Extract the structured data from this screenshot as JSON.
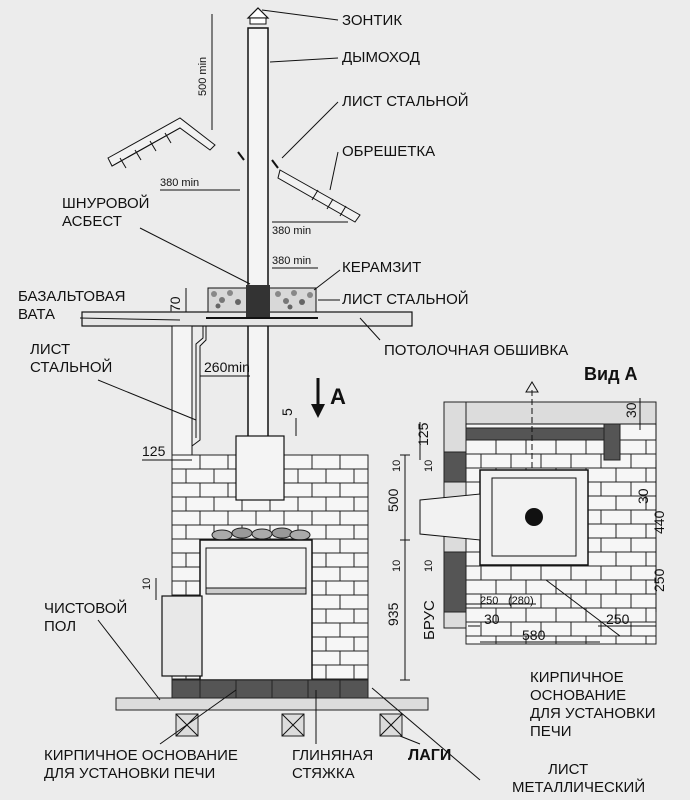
{
  "labels": {
    "umbrella": "ЗОНТИК",
    "chimney": "ДЫМОХОД",
    "steel_sheet_top": "ЛИСТ СТАЛЬНОЙ",
    "lathing": "ОБРЕШЕТКА",
    "asbestos_line1": "ШНУРОВОЙ",
    "asbestos_line2": "АСБЕСТ",
    "expanded_clay": "КЕРАМЗИТ",
    "steel_sheet_mid": "ЛИСТ СТАЛЬНОЙ",
    "basalt_line1": "БАЗАЛЬТОВАЯ",
    "basalt_line2": "ВАТА",
    "steel_left_line1": "ЛИСТ",
    "steel_left_line2": "СТАЛЬНОЙ",
    "ceiling_lining": "ПОТОЛОЧНАЯ ОБШИВКА",
    "finish_floor_line1": "ЧИСТОВОЙ",
    "finish_floor_line2": "ПОЛ",
    "brick_base_left_line1": "КИРПИЧНОЕ ОСНОВАНИЕ",
    "brick_base_left_line2": "ДЛЯ УСТАНОВКИ ПЕЧИ",
    "clay_screed_line1": "ГЛИНЯНАЯ",
    "clay_screed_line2": "СТЯЖКА",
    "joists": "ЛАГИ",
    "metal_sheet_line1": "ЛИСТ",
    "metal_sheet_line2": "МЕТАЛЛИЧЕСКИЙ",
    "view_a": "Вид А",
    "arrow_a": "A",
    "beam": "БРУС",
    "brick_base_right_line1": "КИРПИЧНОЕ",
    "brick_base_right_line2": "ОСНОВАНИЕ",
    "brick_base_right_line3": "ДЛЯ УСТАНОВКИ",
    "brick_base_right_line4": "ПЕЧИ"
  },
  "dimensions": {
    "d500min": "500 min",
    "d380min_left": "380 min",
    "d380min_right": "380 min",
    "d380min_clay": "380 min",
    "d70": "70",
    "d260min": "260min",
    "d5": "5",
    "d125": "125",
    "d10_top": "10",
    "d500": "500",
    "d10_mid": "10",
    "d935": "935",
    "d10_left": "10",
    "v125": "125",
    "v30_top": "30",
    "v10a": "10",
    "v30_mid": "30",
    "v440": "440",
    "v10b": "10",
    "v250_side": "250",
    "v250": "250",
    "v280": "(280)",
    "v30_bottom": "30",
    "v250_bottom": "250",
    "v580": "580"
  }
}
